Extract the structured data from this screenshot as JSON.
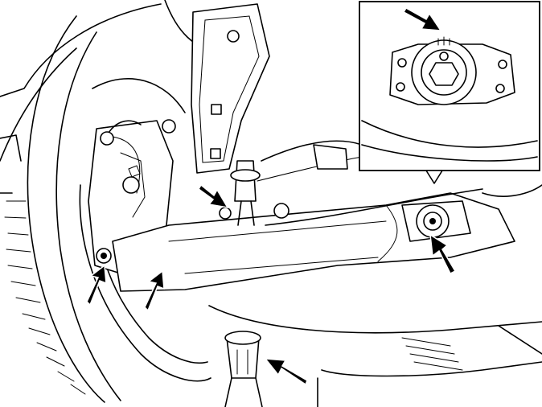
{
  "diagram": {
    "background": "#ffffff",
    "line_color": "#000000",
    "callouts": [
      {
        "id": "wheel-hub-bolt-lower"
      },
      {
        "id": "wheel-hub-bolt-upper"
      },
      {
        "id": "frame-bolt"
      },
      {
        "id": "trailing-arm-pivot"
      },
      {
        "id": "jack-stand"
      },
      {
        "id": "inset-mount-mark"
      }
    ],
    "icons": [
      "arrow-icon",
      "nut-icon",
      "bolt-icon",
      "wheel-icon",
      "jack-stand-icon"
    ]
  }
}
